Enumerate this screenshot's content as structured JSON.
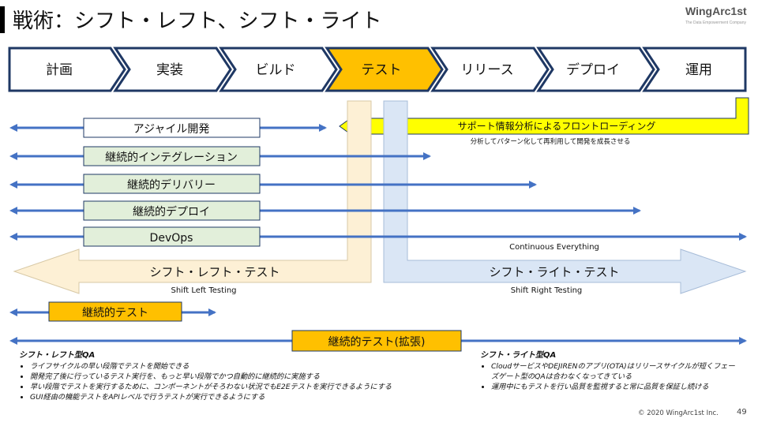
{
  "title": "戦術：シフト・レフト、シフト・ライト",
  "logo": {
    "main": "WingArc1st",
    "tagline": "The Data Empowerment Company"
  },
  "stages": [
    "計画",
    "実装",
    "ビルド",
    "テスト",
    "リリース",
    "デプロイ",
    "運用"
  ],
  "highlight_stage": 3,
  "labels": {
    "agile": "アジャイル開発",
    "ci": "継続的インテグレーション",
    "cd": "継続的デリバリー",
    "cdeploy": "継続的デプロイ",
    "devops": "DevOps",
    "continuous_everything": "Continuous Everything",
    "support_info": "サポート情報分析によるフロントローディング",
    "support_sub": "分析してパターン化して再利用して開発を成長させる",
    "shift_left": "シフト・レフト・テスト",
    "shift_left_en": "Shift Left Testing",
    "shift_right": "シフト・ライト・テスト",
    "shift_right_en": "Shift Right Testing",
    "ct": "継続的テスト",
    "ct_ext": "継続的テスト(拡張)"
  },
  "left_notes": {
    "heading": "シフト・レフト型QA",
    "items": [
      "ライフサイクルの早い段階でテストを開始できる",
      "開発完了後に行っているテスト実行を、もっと早い段階でかつ自動的に継続的に実施する",
      "早い段階でテストを実行するために、コンポーネントがそろわない状況でもE2Eテストを実行できるようにする",
      "GUI経由の機能テストをAPIレベルで行うテストが実行できるようにする"
    ]
  },
  "right_notes": {
    "heading": "シフト・ライト型QA",
    "items": [
      "CloudサービスやDEJIRENのアプリ(OTA)はリリースサイクルが短くフェーズゲート型のQAは合わなくなってきている",
      "運用中にもテストを行い品質を監視すると常に品質を保証し続ける"
    ]
  },
  "footer": "© 2020 WingArc1st Inc.",
  "page_number": "49",
  "colors": {
    "navy": "#1f3864",
    "blue_line": "#4472c4",
    "orange": "#ffc000",
    "yellow": "#ffff00",
    "green_fill": "#e2efda",
    "cream": "#fdf0d5",
    "light_blue": "#dae6f5"
  }
}
